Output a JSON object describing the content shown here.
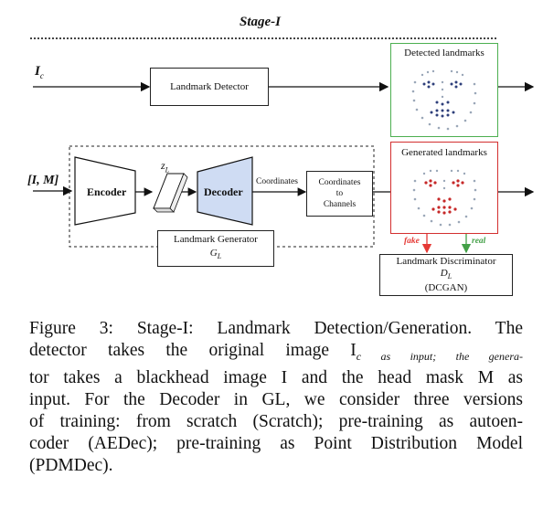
{
  "diagram": {
    "stage_title": "Stage-I",
    "input_ic": "I",
    "input_ic_sub": "c",
    "input_im": "[I, M]",
    "landmark_detector": "Landmark Detector",
    "encoder": "Encoder",
    "decoder": "Decoder",
    "latent": "z",
    "latent_sub": "L",
    "coordinates": "Coordinates",
    "coord_to_channels": [
      "Coordinates",
      "to",
      "Channels"
    ],
    "landmark_generator": "Landmark Generator",
    "generator_symbol": "G",
    "generator_sub": "L",
    "detected_landmarks": "Detected landmarks",
    "generated_landmarks": "Generated landmarks",
    "fake_label": "fake",
    "real_label": "real",
    "discriminator": "Landmark Discriminator",
    "discriminator_symbol": "D",
    "discriminator_sub": "L",
    "discriminator_type": "(DCGAN)",
    "colors": {
      "detected_border": "#4caf50",
      "generated_border": "#d32f2f",
      "decoder_fill": "#cfdcf3",
      "fake_arrow": "#e53935",
      "real_arrow": "#43a047"
    }
  },
  "caption": {
    "figure_label": "Figure 3:",
    "text": "Stage-I: Landmark Detection/Generation. The detector takes the original image Ic as input; the generator takes a blackhead image I and the head mask M as input. For the Decoder in GL, we consider three versions of training: from scratch (Scratch); pre-training as autoencoder (AEDec); pre-training as Point Distribution Model (PDMDec).",
    "lines": [
      "Figure 3: Stage-I: Landmark Detection/Generation. The",
      "detector takes the original image I",
      "c as input; the genera-",
      "tor takes a blackhead image I and the head mask M as",
      "input. For the Decoder in G",
      "L, we consider three versions",
      "of training: from scratch (Scratch); pre-training as autoen-",
      "coder (AEDec); pre-training as Point Distribution Model",
      "(PDMDec)."
    ]
  }
}
